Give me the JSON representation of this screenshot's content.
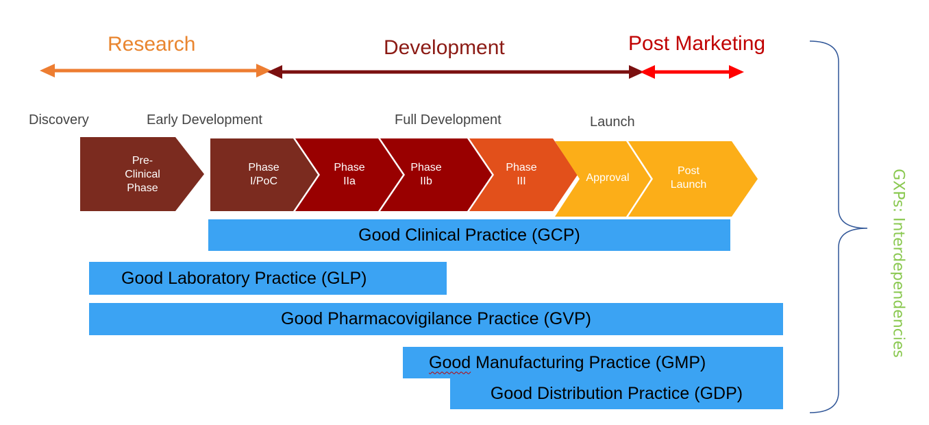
{
  "stages": {
    "research": "Research",
    "development": "Development",
    "post_marketing": "Post Marketing"
  },
  "sub_stages": {
    "discovery": "Discovery",
    "early_development": "Early Development",
    "full_development": "Full Development",
    "launch": "Launch"
  },
  "phases": {
    "preclinical": "Pre-\nClinical\nPhase",
    "phase_1_poc": "Phase\nI/PoC",
    "phase_2a": "Phase\nIIa",
    "phase_2b": "Phase\nIIb",
    "phase_3": "Phase\nIII",
    "approval": "Approval",
    "post_launch": "Post\nLaunch"
  },
  "practices": {
    "gcp": "Good Clinical Practice (GCP)",
    "glp": "Good Laboratory Practice (GLP)",
    "gvp": "Good Pharmacovigilance Practice (GVP)",
    "gmp_word": "Good",
    "gmp_rest": " Manufacturing Practice (GMP)",
    "gdp": "Good Distribution Practice (GDP)"
  },
  "side_label": "GXPs: Interdependencies",
  "colors": {
    "research": "#e9852f",
    "development": "#8b1a14",
    "post_marketing": "#c00000",
    "arrow_research": "#ed7d31",
    "arrow_development": "#7a0f0f",
    "arrow_post": "#ff0000",
    "chevron_brown": "#7b2b1f",
    "chevron_red": "#990000",
    "chevron_orange": "#e2501b",
    "chevron_amber": "#fcae18",
    "bar_blue": "#3ba3f3",
    "side_label": "#8ac850",
    "brace": "#2f5597"
  }
}
